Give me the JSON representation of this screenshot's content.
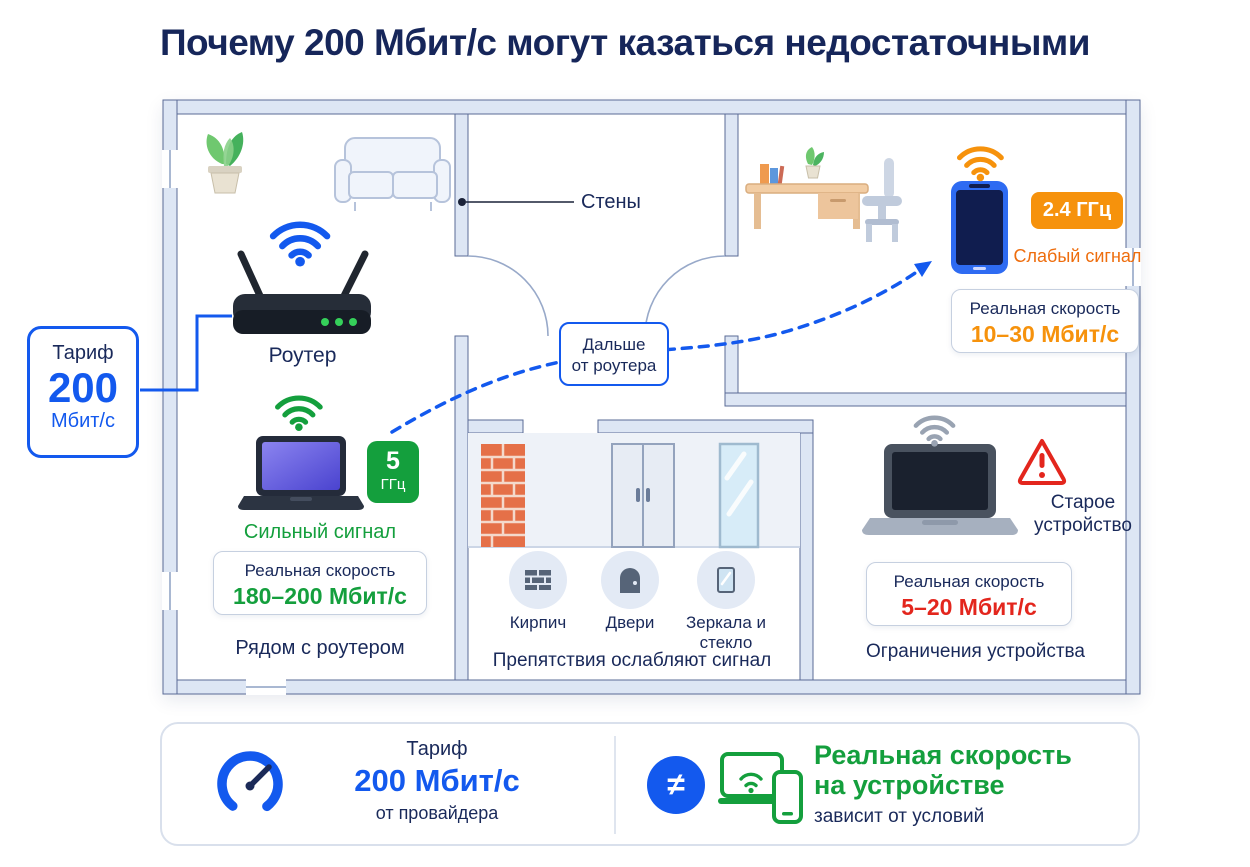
{
  "title": "Почему 200 Мбит/с могут казаться недостаточными",
  "tariff_box": {
    "label": "Тариф",
    "value": "200",
    "unit": "Мбит/с"
  },
  "router_label": "Роутер",
  "walls_callout": "Стены",
  "farther_callout": {
    "line1": "Дальше",
    "line2": "от роутера"
  },
  "near_room": {
    "band_value": "5",
    "band_unit": "ГГц",
    "signal": "Сильный сигнал",
    "speed_label": "Реальная скорость",
    "speed_value": "180–200 Мбит/с",
    "caption": "Рядом с роутером"
  },
  "obstacles_room": {
    "items": [
      {
        "label": "Кирпич",
        "icon": "brick-icon"
      },
      {
        "label": "Двери",
        "icon": "door-icon"
      },
      {
        "label": "Зеркала и стекло",
        "icon": "mirror-glass-icon"
      }
    ],
    "caption": "Препятствия ослабляют сигнал"
  },
  "far_room": {
    "band": "2.4 ГГц",
    "signal": "Слабый сигнал",
    "speed_label": "Реальная скорость",
    "speed_value": "10–30 Мбит/с"
  },
  "device_room": {
    "warning": "Старое устройство",
    "speed_label": "Реальная скорость",
    "speed_value": "5–20 Мбит/с",
    "caption": "Ограничения устройства"
  },
  "footer": {
    "tariff_label": "Тариф",
    "tariff_value": "200 Мбит/с",
    "tariff_sub": "от провайдера",
    "not_equal": "≠",
    "result_title": "Реальная скорость на устройстве",
    "result_sub": "зависит от условий"
  },
  "colors": {
    "accent_blue": "#1359ee",
    "green": "#149f3d",
    "orange": "#f6920c",
    "orange_text": "#ee6d0d",
    "red": "#e3261d",
    "navy": "#19295a",
    "wall_fill": "#dde6f4"
  }
}
